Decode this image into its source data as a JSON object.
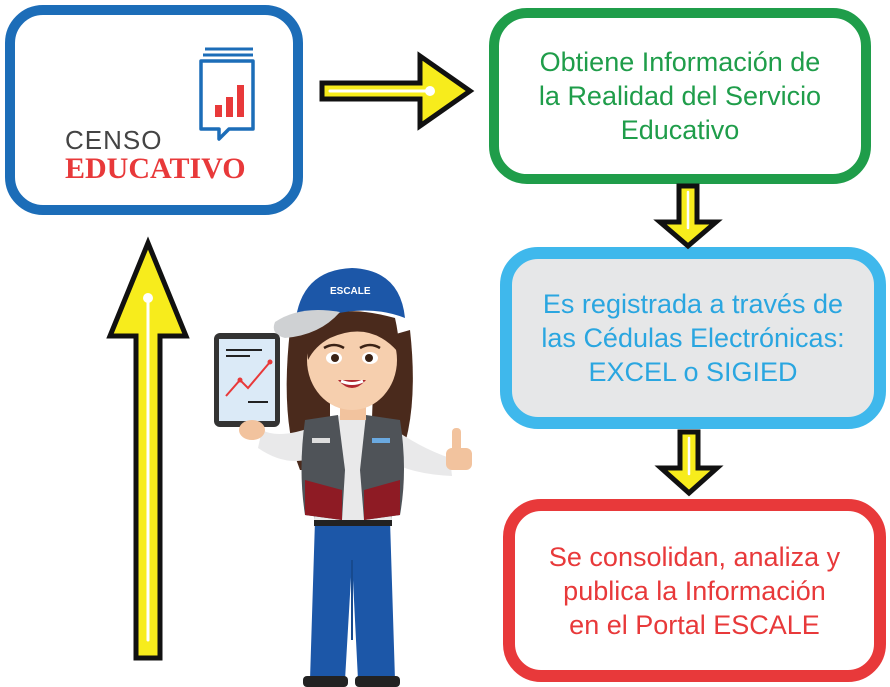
{
  "logo": {
    "line1": "CENSO",
    "line2": "EDUCATIVO"
  },
  "steps": [
    {
      "text_lines": [
        "Obtiene Información de",
        "la Realidad del Servicio",
        "Educativo"
      ]
    },
    {
      "text_lines": [
        "Es registrada a través de",
        "las Cédulas Electrónicas:",
        "EXCEL o SIGIED"
      ]
    },
    {
      "text_lines": [
        "Se consolidan, analiza y",
        "publica la Información",
        "en el Portal ESCALE"
      ]
    }
  ],
  "character": {
    "cap_label": "ESCALE"
  },
  "colors": {
    "logo_border": "#1c6db8",
    "step1": "#1f9d4a",
    "step2": "#3fb8ec",
    "step3": "#e8393a",
    "arrow_fill": "#f7ec1c",
    "arrow_stroke": "#111111",
    "edu_red": "#e8393a"
  },
  "icons": [
    "book-chart-icon",
    "tablet-icon",
    "thumbs-up-icon"
  ]
}
